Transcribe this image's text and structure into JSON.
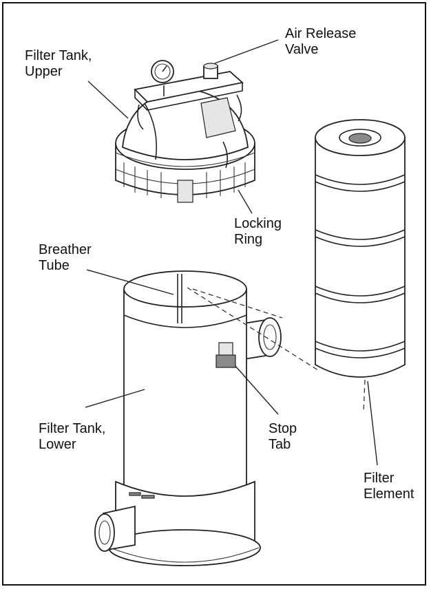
{
  "labels": {
    "air_release_valve": "Air Release\nValve",
    "filter_tank_upper": "Filter Tank,\nUpper",
    "locking_ring": "Locking\nRing",
    "breather_tube": "Breather\nTube",
    "filter_tank_lower": "Filter Tank,\nLower",
    "stop_tab": "Stop\nTab",
    "filter_element": "Filter\nElement"
  },
  "tank_markings": {
    "mark_left": "",
    "mark_right": ""
  }
}
